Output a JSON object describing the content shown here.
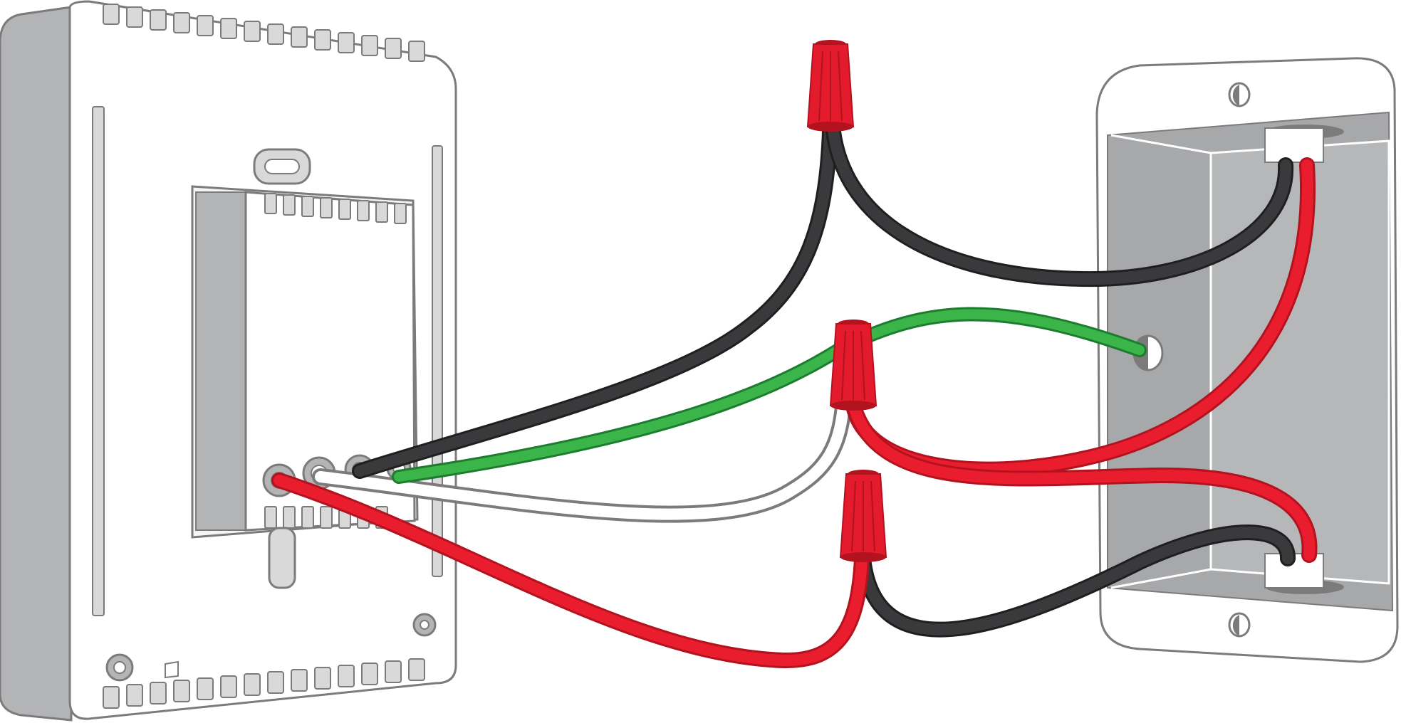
{
  "colors": {
    "background": "#ffffff",
    "thermostat_side": "#b3b4b6",
    "thermostat_face": "#ffffff",
    "outline": "#7d7a7b",
    "wall_box": "#a7a8aa",
    "wall_box_plate": "#ffffff",
    "wire_black": "#3a3a3c",
    "wire_red": "#ea1d2e",
    "wire_green": "#3bb54a",
    "wire_white": "#ffffff",
    "wire_nut": "#e31b2d"
  },
  "components": {
    "thermostat": {
      "icon": "thermostat-backplate",
      "terminals": 4
    },
    "wall_box": {
      "icon": "electrical-box",
      "cable_clamps": 2
    },
    "wire_nuts": 3,
    "wires": [
      "black",
      "green",
      "white",
      "red"
    ]
  }
}
